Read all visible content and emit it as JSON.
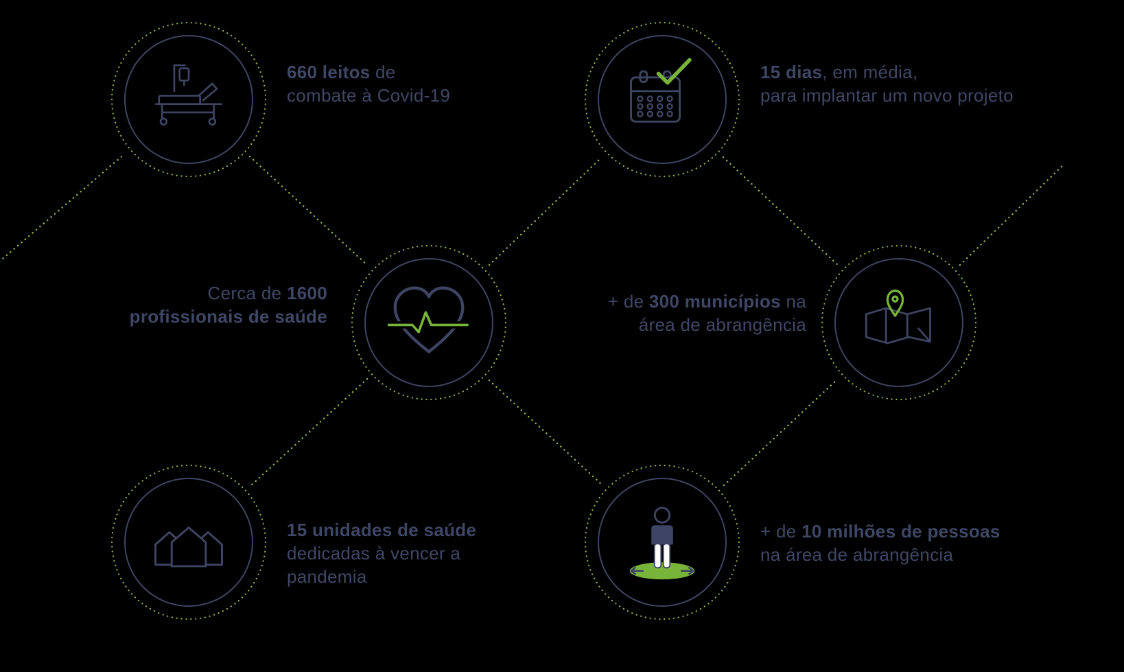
{
  "colors": {
    "background": "#000000",
    "navy": "#3e4564",
    "green_dotted": "#94b94a",
    "green_accent": "#79b43a",
    "text": "#3f4766"
  },
  "stats": [
    {
      "id": "covid-beds",
      "prefix": "",
      "bold": "660 leitos",
      "suffix": " de\ncombate à Covid-19"
    },
    {
      "id": "project-days",
      "prefix": "",
      "bold": "15 dias",
      "suffix": ", em média,\npara implantar um novo projeto"
    },
    {
      "id": "health-professionals",
      "prefix": "Cerca de ",
      "bold": "1600\nprofissionais de saúde",
      "suffix": ""
    },
    {
      "id": "municipalities",
      "prefix": "+ de ",
      "bold": "300 municípios",
      "suffix": " na\nárea de abrangência"
    },
    {
      "id": "health-units",
      "prefix": "",
      "bold": "15 unidades de saúde",
      "suffix": "\ndedicadas à vencer a\npandemia"
    },
    {
      "id": "people-covered",
      "prefix": "+ de ",
      "bold": "10 milhões de pessoas",
      "suffix": "\nna área de abrangência"
    }
  ]
}
